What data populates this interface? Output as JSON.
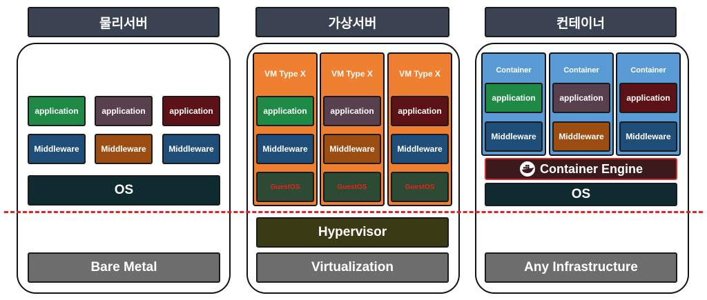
{
  "physical": {
    "title": "물리서버",
    "apps": [
      "application",
      "application",
      "application"
    ],
    "middleware": [
      "Middleware",
      "Middleware",
      "Middleware"
    ],
    "os": "OS",
    "base": "Bare Metal"
  },
  "virtual": {
    "title": "가상서버",
    "vms": [
      {
        "type": "VM Type X",
        "app": "application",
        "middleware": "Middleware",
        "guest_os": "GuestOS"
      },
      {
        "type": "VM Type X",
        "app": "application",
        "middleware": "Middleware",
        "guest_os": "GuestOS"
      },
      {
        "type": "VM Type X",
        "app": "application",
        "middleware": "Middleware",
        "guest_os": "GuestOS"
      }
    ],
    "hypervisor": "Hypervisor",
    "base": "Virtualization"
  },
  "container": {
    "title": "컨테이너",
    "containers": [
      {
        "label": "Container",
        "app": "application",
        "middleware": "Middleware"
      },
      {
        "label": "Container",
        "app": "application",
        "middleware": "Middleware"
      },
      {
        "label": "Container",
        "app": "application",
        "middleware": "Middleware"
      }
    ],
    "engine": "Container Engine",
    "engine_icon": "docker-whale-icon",
    "os": "OS",
    "base": "Any Infrastructure"
  },
  "colors": {
    "header": "#3b4252",
    "app_green": "#1e8a45",
    "app_plum": "#59404e",
    "app_maroon": "#5c1216",
    "middleware_blue": "#1f4e79",
    "middleware_brown": "#9b4d12",
    "os": "#0f2b30",
    "vm": "#ef7f31",
    "container": "#5b9bd5",
    "divider": "#e32226"
  }
}
